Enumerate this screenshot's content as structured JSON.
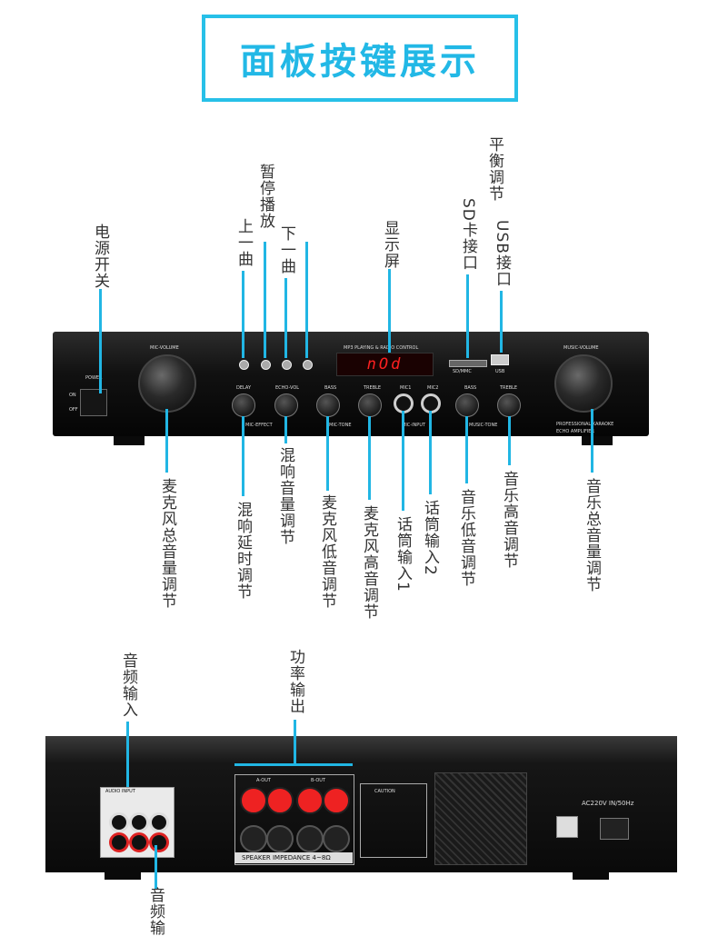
{
  "title": "面板按键展示",
  "front_labels": {
    "power": "电源开关",
    "prev": "上一曲",
    "pause": "暂停播放",
    "next": "下一曲",
    "display": "显示屏",
    "sd": "SD卡接口",
    "usb": "USB接口",
    "balance": "平衡调节",
    "mic_volume": "麦克风总音量调节",
    "echo_delay": "混响延时调节",
    "echo_volume": "混响音量调节",
    "mic_bass": "麦克风低音调节",
    "mic_treble": "麦克风高音调节",
    "mic_in1": "话筒输入1",
    "mic_in2": "话筒输入2",
    "music_bass": "音乐低音调节",
    "music_treble": "音乐高音调节",
    "music_volume": "音乐总音量调节"
  },
  "rear_labels": {
    "audio_input": "音频输入",
    "power_output": "功率输出",
    "audio_out": "音频输"
  },
  "device_text": {
    "display_value": "nOd",
    "mic_volume": "MIC-VOLUME",
    "music_volume": "MUSIC-VOLUME",
    "power": "POWER",
    "on": "ON",
    "off": "OFF",
    "sd": "SD/MMC",
    "usb": "USB",
    "mp3": "MP3 PLAYING & RADIO CONTROL",
    "mic_effect": "MIC-EFFECT",
    "mic_tone": "MIC-TONE",
    "mic_input": "MIC-INPUT",
    "music_tone": "MUSIC-TONE",
    "delay": "DELAY",
    "echo_vol": "ECHO-VOL",
    "bass": "BASS",
    "treble": "TREBLE",
    "mic1": "MIC1",
    "mic2": "MIC2",
    "brand1": "PROFESSIONAL KARAOKE",
    "brand2": "ECHO AMPLIFIER",
    "speaker_impedance": "SPEAKER IMPEDANCE 4~8Ω",
    "ac": "AC220V IN/50Hz",
    "audio_input": "AUDIO INPUT",
    "caution": "CAUTION",
    "a_out": "A-OUT",
    "b_out": "B-OUT"
  },
  "colors": {
    "accent": "#21b6e4",
    "display_red": "#ff2020"
  }
}
